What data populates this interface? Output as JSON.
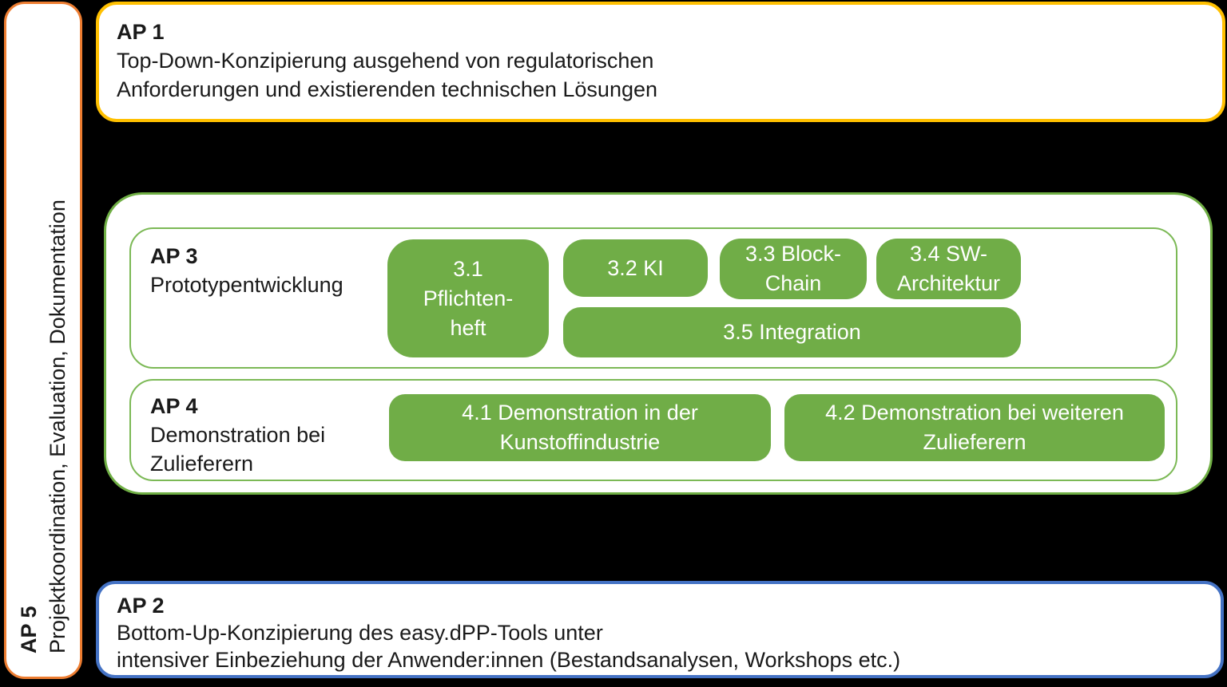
{
  "page": {
    "background": "#000000"
  },
  "colors": {
    "task_green": "#70AD47",
    "container_green_border": "#6FAE44",
    "inner_green_border": "#7CB956",
    "ap5_orange_border": "#ED7D31",
    "ap1_gold_border": "#FFC000",
    "ap2_blue_border": "#4472C4",
    "task_text": "#FFFFFF",
    "body_text": "#1A1A1A"
  },
  "ap5_bar": {
    "title": "AP 5",
    "subtitle": "Projektkoordination, Evaluation, Dokumentation"
  },
  "ap1_box": {
    "title": "AP 1",
    "lines": [
      "Top-Down-Konzipierung ausgehend von regulatorischen",
      "Anforderungen und existierenden technischen Lösungen"
    ]
  },
  "ap2_box": {
    "title": "AP 2",
    "lines": [
      "Bottom-Up-Konzipierung des easy.dPP-Tools unter",
      "intensiver Einbeziehung der Anwender:innen (Bestandsanalysen, Workshops etc.)"
    ]
  },
  "ap3_section": {
    "title": "AP 3",
    "subtitle": "Prototypentwicklung",
    "tasks": {
      "t31": {
        "lines": [
          "3.1",
          "Pflichten-",
          "heft"
        ]
      },
      "t32": {
        "label": "3.2 KI"
      },
      "t33": {
        "lines": [
          "3.3 Block-",
          "Chain"
        ]
      },
      "t34": {
        "lines": [
          "3.4 SW-",
          "Architektur"
        ]
      },
      "t35": {
        "label": "3.5 Integration"
      }
    }
  },
  "ap4_section": {
    "title": "AP 4",
    "subtitle_lines": [
      "Demonstration bei",
      "Zulieferern"
    ],
    "tasks": {
      "t41": {
        "lines": [
          "4.1 Demonstration in der",
          "Kunstoffindustrie"
        ]
      },
      "t42": {
        "lines": [
          "4.2 Demonstration bei weiteren",
          "Zulieferern"
        ]
      }
    }
  }
}
